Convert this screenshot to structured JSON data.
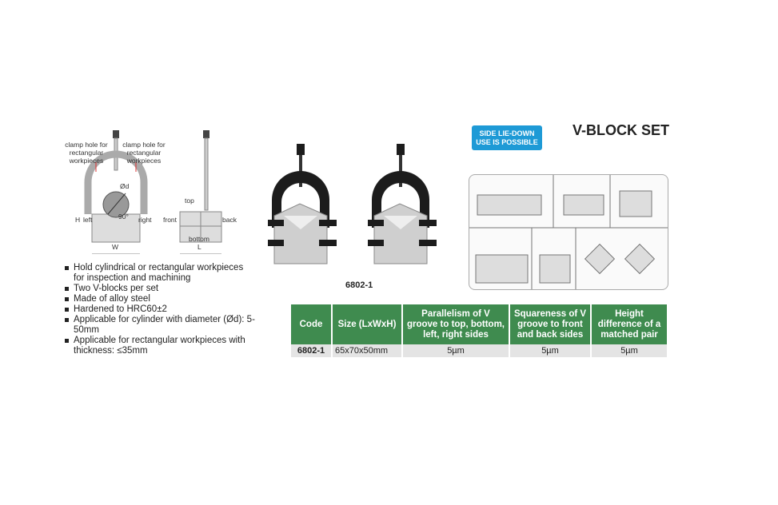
{
  "title": "V-BLOCK SET",
  "badge": {
    "line1": "SIDE LIE-DOWN",
    "line2": "USE IS POSSIBLE"
  },
  "diagram": {
    "clamp_left": [
      "clamp hole for",
      "rectangular",
      "workpieces"
    ],
    "clamp_right": [
      "clamp hole for",
      "rectangular",
      "workpieces"
    ],
    "d": "Ød",
    "angle": "90°",
    "h": "H",
    "left": "left",
    "right": "right",
    "w": "W",
    "top": "top",
    "front": "front",
    "back": "back",
    "bottom": "bottom",
    "l": "L"
  },
  "features": [
    "Hold cylindrical or rectangular workpieces for inspection and machining",
    "Two V-blocks per set",
    "Made of alloy steel",
    "Hardened to HRC60±2",
    "Applicable for cylinder with diameter (Ød): 5-50mm",
    "Applicable for rectangular workpieces with thickness: ≤35mm"
  ],
  "product_code_label": "6802-1",
  "table": {
    "headers": [
      "Code",
      "Size (LxWxH)",
      "Parallelism of V groove to top, bottom, left, right sides",
      "Squareness of V groove to front and back sides",
      "Height difference of a matched pair"
    ],
    "rows": [
      [
        "6802-1",
        "65x70x50mm",
        "5µm",
        "5µm",
        "5µm"
      ]
    ]
  },
  "colors": {
    "header_green": "#3f8b4f",
    "badge_blue": "#1e9ad6"
  }
}
